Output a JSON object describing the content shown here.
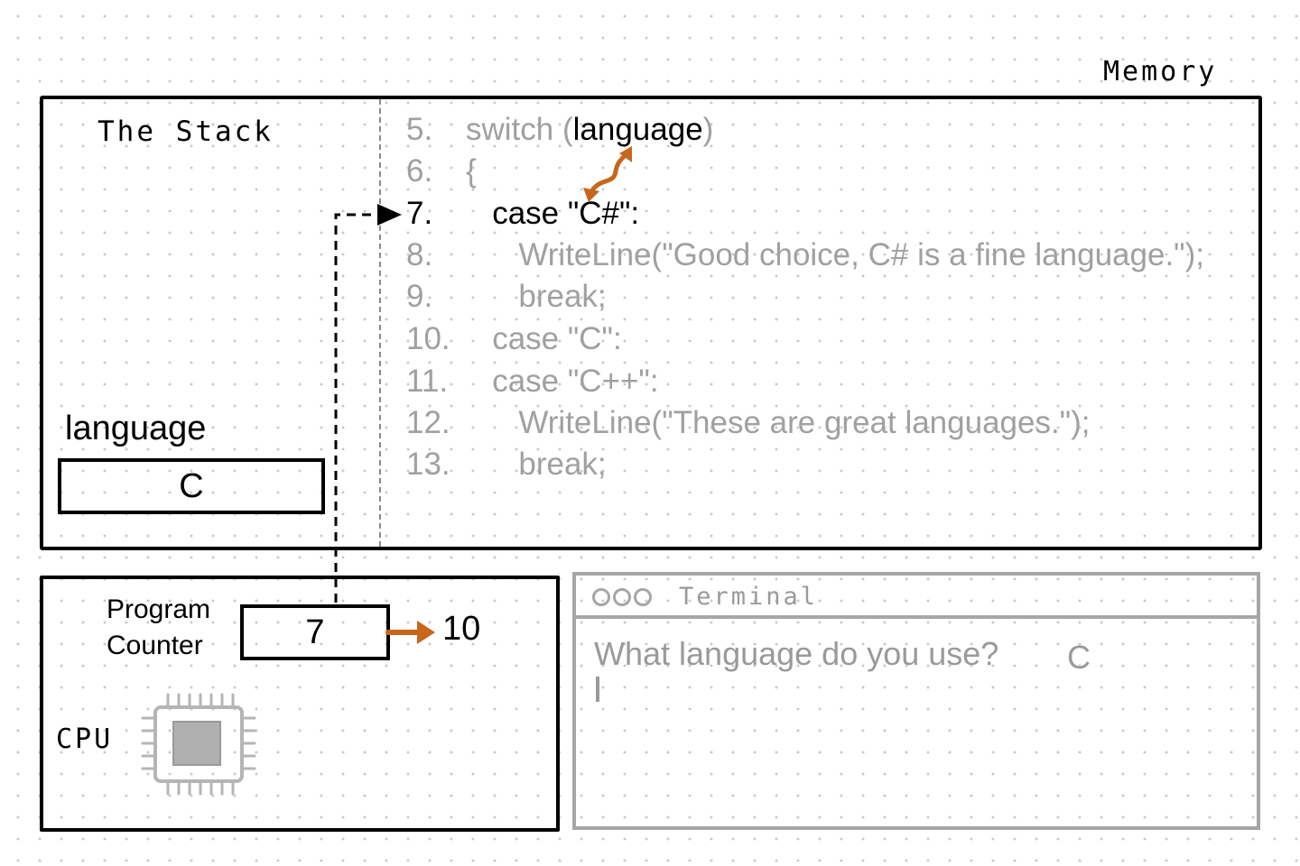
{
  "memory": {
    "label": "Memory",
    "stack_title": "The Stack",
    "variable": {
      "name": "language",
      "value": "C"
    },
    "code": [
      {
        "num": "5.",
        "indent": "",
        "text": "switch (",
        "highlight": "language",
        "after": ")",
        "current": false
      },
      {
        "num": "6.",
        "indent": "",
        "text": "{",
        "current": false
      },
      {
        "num": "7.",
        "indent": "   ",
        "text": "case \"C#\":",
        "current": true
      },
      {
        "num": "8.",
        "indent": "      ",
        "text": "WriteLine(\"Good choice, C# is a fine language.\");",
        "current": false
      },
      {
        "num": "9.",
        "indent": "      ",
        "text": "break;",
        "current": false
      },
      {
        "num": "10.",
        "indent": "   ",
        "text": "case \"C\":",
        "current": false
      },
      {
        "num": "11.",
        "indent": "   ",
        "text": "case \"C++\":",
        "current": false
      },
      {
        "num": "12.",
        "indent": "      ",
        "text": "WriteLine(\"These are great languages.\");",
        "current": false
      },
      {
        "num": "13.",
        "indent": "      ",
        "text": "break;",
        "current": false
      }
    ]
  },
  "cpu": {
    "label": "CPU",
    "program_counter_label_1": "Program",
    "program_counter_label_2": "Counter",
    "program_counter_value": "7",
    "program_counter_next": "10"
  },
  "terminal": {
    "title": "Terminal",
    "prompt": "What language do you use?",
    "input": "C"
  },
  "colors": {
    "arrow": "#c8661c",
    "text_dim": "#a0a0a0",
    "terminal_border": "#a6a6a6"
  }
}
